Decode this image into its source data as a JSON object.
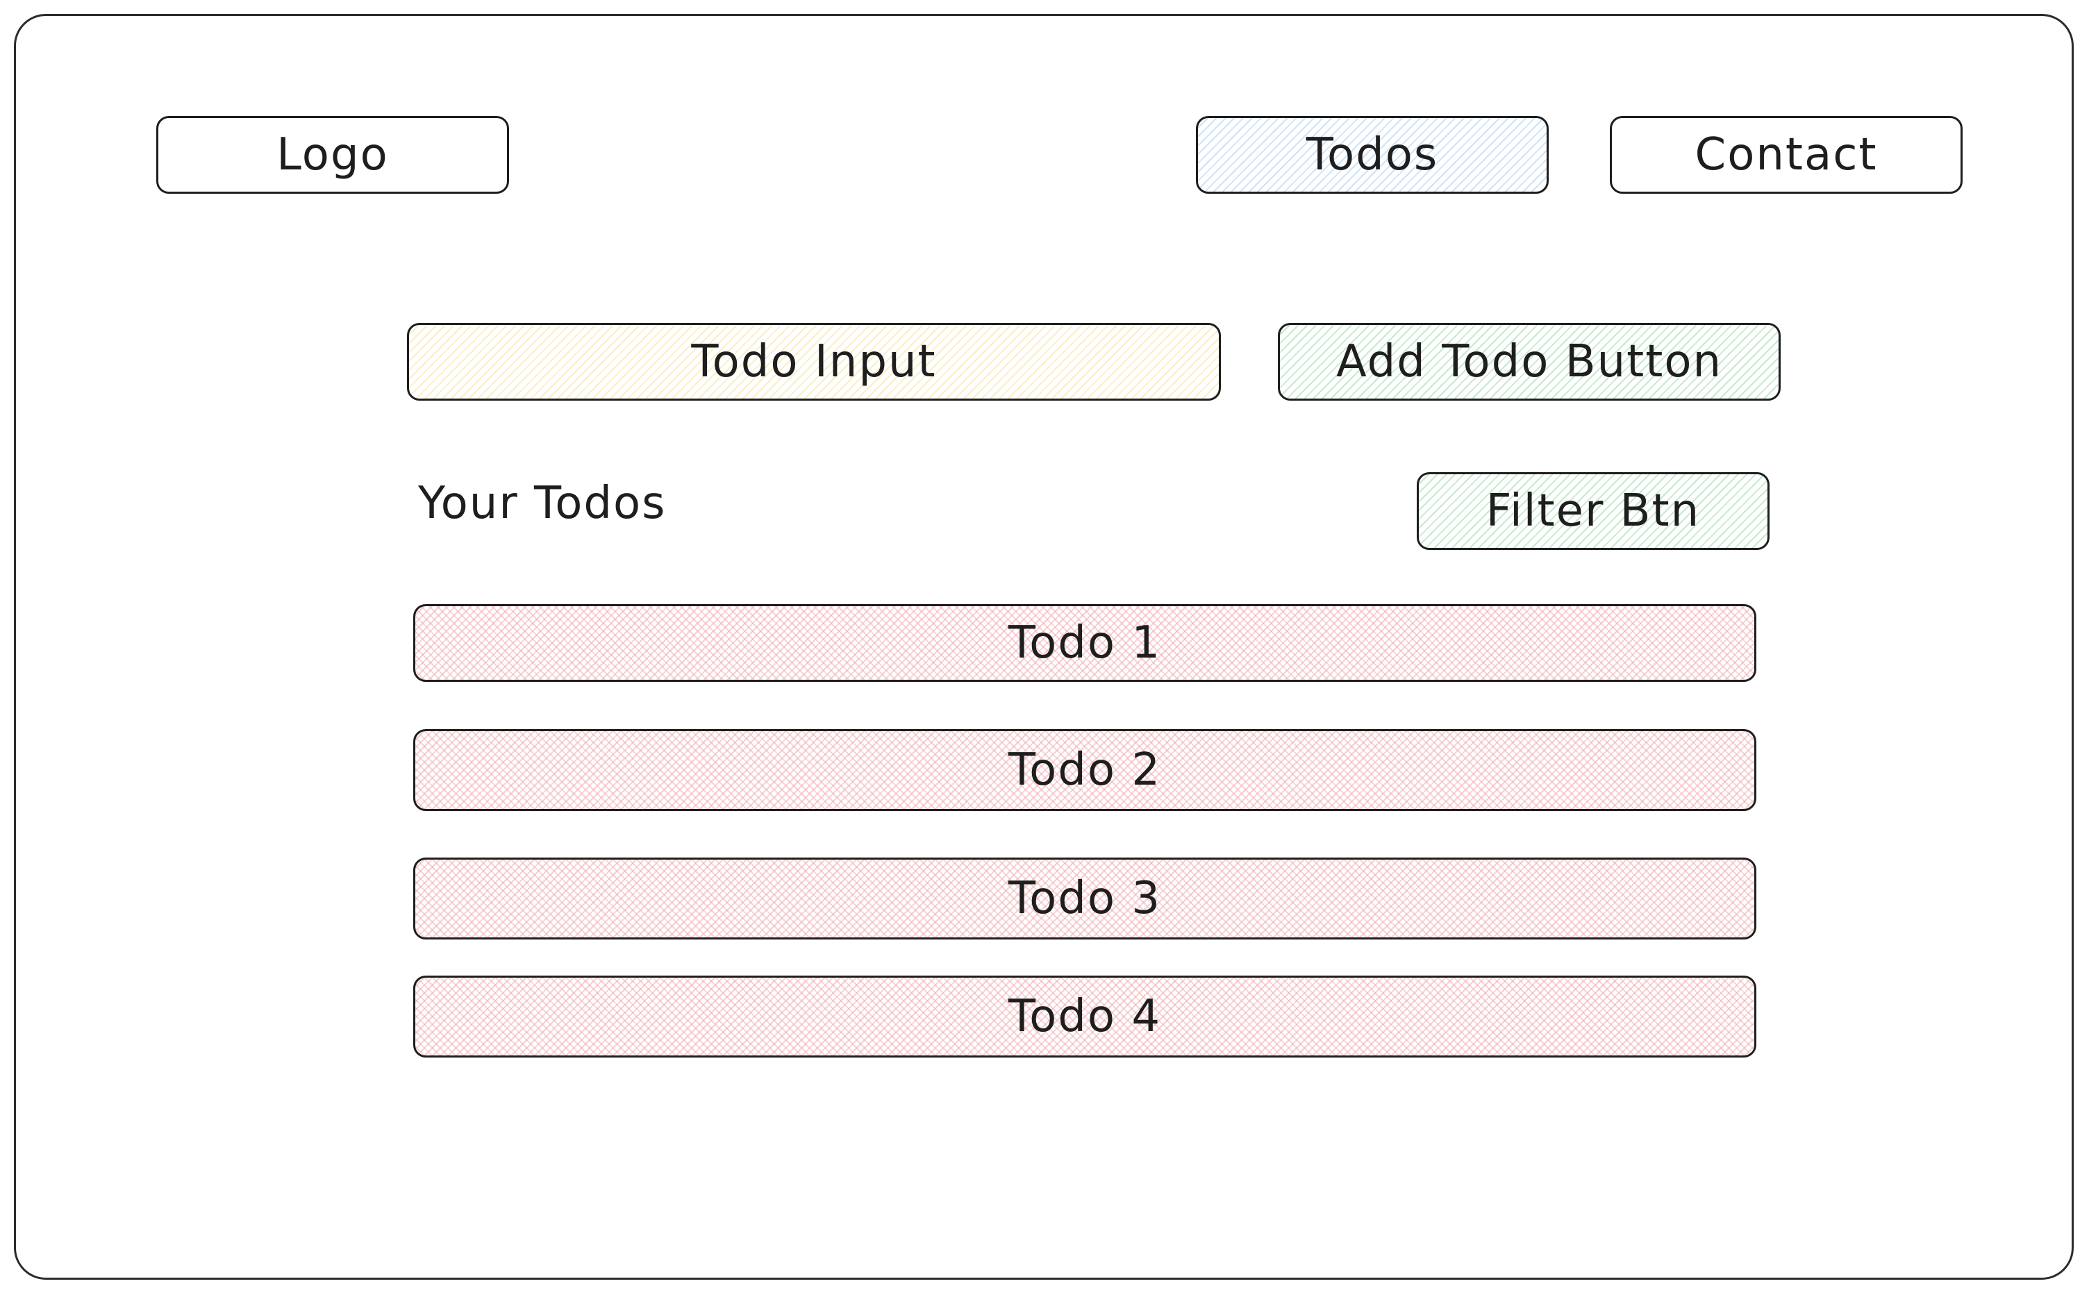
{
  "header": {
    "logo_label": "Logo",
    "nav": {
      "todos_label": "Todos",
      "contact_label": "Contact"
    }
  },
  "input_row": {
    "input_label": "Todo Input",
    "add_button_label": "Add Todo Button"
  },
  "list_header": {
    "title": "Your Todos",
    "filter_button_label": "Filter Btn"
  },
  "todos": [
    "Todo 1",
    "Todo 2",
    "Todo 3",
    "Todo 4"
  ],
  "colors": {
    "nav_active_fill": "#a5cdf0",
    "input_fill": "#f5e196",
    "button_fill": "#a0dcaa",
    "todo_fill": "#f0a0a5",
    "stroke": "#1e1e1e"
  }
}
